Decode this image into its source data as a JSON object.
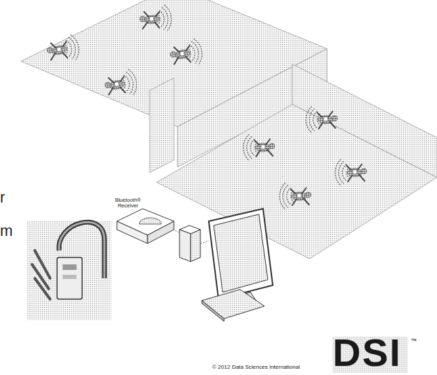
{
  "diagram": {
    "labels": [
      "Bluetooth® Receiver",
      "© 2012 Data Sciences International",
      "DSI",
      "™",
      "r",
      "m"
    ]
  }
}
